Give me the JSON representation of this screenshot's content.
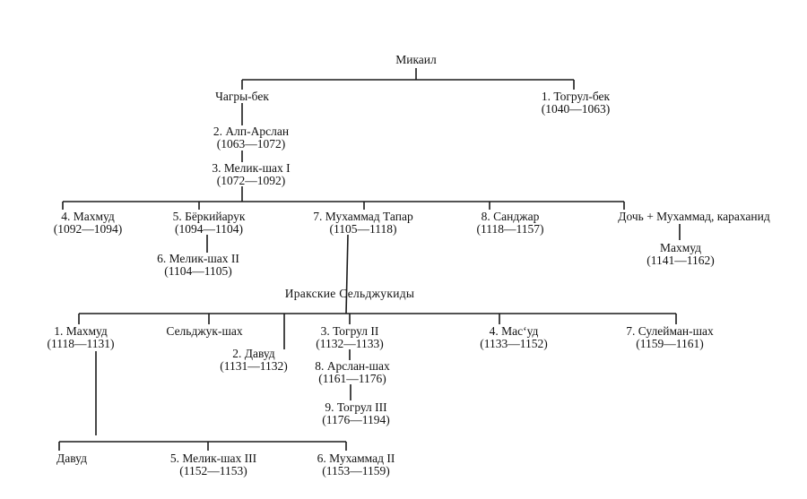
{
  "root": {
    "name": "Микаил"
  },
  "chagry": {
    "name": "Чагры-бек"
  },
  "togrul1": {
    "name": "1. Тогрул-бек",
    "years": "(1040—1063)"
  },
  "alp": {
    "name": "2. Алп-Арслан",
    "years": "(1063—1072)"
  },
  "malik1": {
    "name": "3. Мелик-шах I",
    "years": "(1072—1092)"
  },
  "mahmud1": {
    "name": "4. Махмуд",
    "years": "(1092—1094)"
  },
  "berk": {
    "name": "5. Бёркийарук",
    "years": "(1094—1104)"
  },
  "muhtapar": {
    "name": "7. Мухаммад Тапар",
    "years": "(1105—1118)"
  },
  "sanjar": {
    "name": "8. Санджар",
    "years": "(1118—1157)"
  },
  "daughter": {
    "name": "Дочь + Мухаммад, караханид"
  },
  "mahmud_k": {
    "name": "Махмуд",
    "years": "(1141—1162)"
  },
  "malik2": {
    "name": "6. Мелик-шах II",
    "years": "(1104—1105)"
  },
  "iraq": {
    "name": "Иракские Сельджукиды"
  },
  "i_mahmud": {
    "name": "1. Махмуд",
    "years": "(1118—1131)"
  },
  "i_seljuk": {
    "name": "Сельджук-шах"
  },
  "i_davud": {
    "name": "2. Давуд",
    "years": "(1131—1132)"
  },
  "i_togrul2": {
    "name": "3. Тогрул II",
    "years": "(1132—1133)"
  },
  "i_arslan": {
    "name": "8. Арслан-шах",
    "years": "(1161—1176)"
  },
  "i_togrul3": {
    "name": "9. Тогрул III",
    "years": "(1176—1194)"
  },
  "i_masud": {
    "name": "4. Мас‘уд",
    "years": "(1133—1152)"
  },
  "i_suleiman": {
    "name": "7. Сулейман-шах",
    "years": "(1159—1161)"
  },
  "g_davud": {
    "name": "Давуд"
  },
  "g_malik3": {
    "name": "5. Мелик-шах III",
    "years": "(1152—1153)"
  },
  "g_muh2": {
    "name": "6. Мухаммад II",
    "years": "(1153—1159)"
  }
}
